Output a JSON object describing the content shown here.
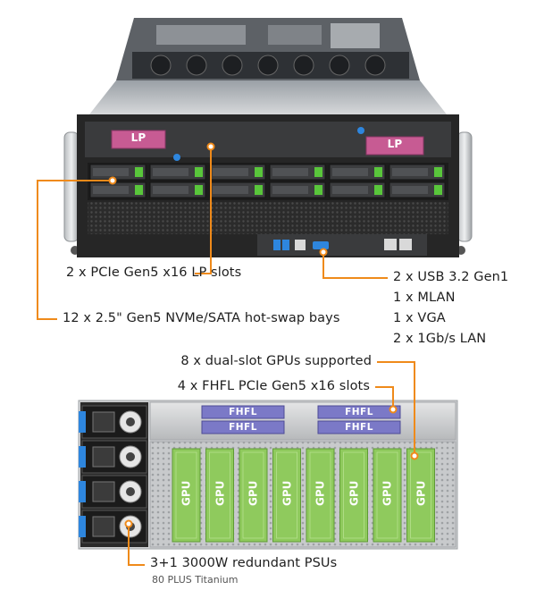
{
  "colors": {
    "callout": "#ef8a1a",
    "lp_tag": "#c75b93",
    "fhfl": "#7b79c7",
    "gpu": "#8fca5d",
    "drive_led": "#59c63b",
    "chassis_dark": "#2a2a2a",
    "chassis_silver": "#c9cbcd"
  },
  "top_server": {
    "lp_tag_left": "LP",
    "lp_tag_right": "LP",
    "callouts": {
      "pcie_lp": "2 x PCIe Gen5 x16 LP slots",
      "bays": "12 x 2.5\" Gen5 NVMe/SATA hot-swap bays",
      "io": [
        "2 x USB 3.2 Gen1",
        "1 x MLAN",
        "1 x VGA",
        "2 x 1Gb/s LAN"
      ]
    }
  },
  "bottom_server": {
    "fhfl_label": "FHFL",
    "gpu_label": "GPU",
    "gpu_count": 8,
    "callouts": {
      "gpus": "8 x dual-slot GPUs supported",
      "fhfl": "4 x FHFL PCIe Gen5 x16 slots",
      "psu": "3+1 3000W redundant PSUs",
      "psu_sub": "80 PLUS Titanium"
    }
  }
}
